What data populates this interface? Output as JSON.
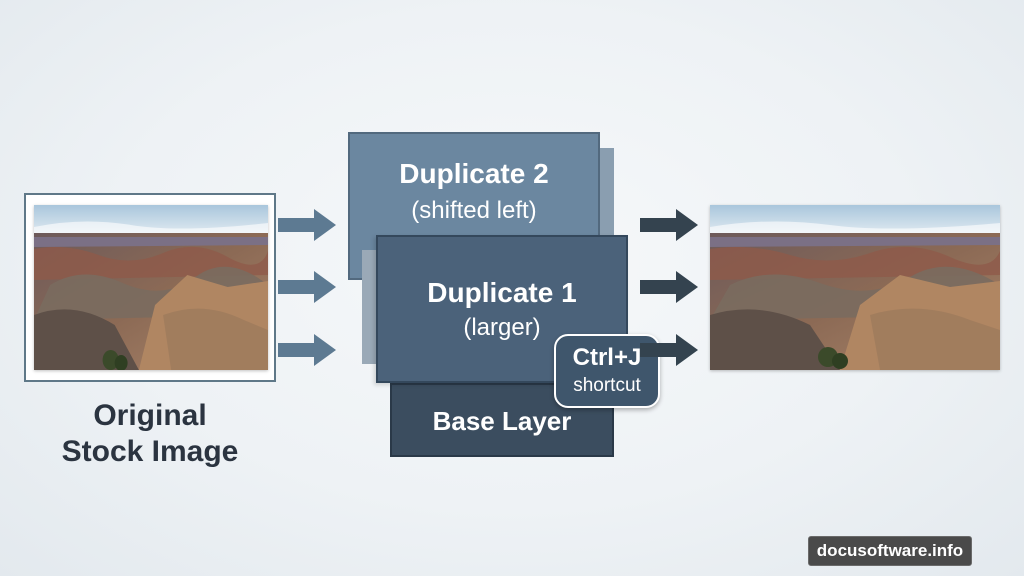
{
  "source": {
    "caption_line1": "Original",
    "caption_line2": "Stock Image"
  },
  "layers": {
    "duplicate2": {
      "title": "Duplicate 2",
      "subtitle": "(shifted left)"
    },
    "duplicate1": {
      "title": "Duplicate 1",
      "subtitle": "(larger)"
    },
    "base": {
      "title": "Base Layer"
    }
  },
  "shortcut": {
    "key": "Ctrl+J",
    "label": "shortcut"
  },
  "watermark": "docusoftware.info",
  "colors": {
    "input_arrow": "#5d7a92",
    "output_arrow": "#34434f",
    "duplicate2_fill": "#6b87a0",
    "duplicate1_fill": "#4b627a",
    "base_fill": "#3b4d5f"
  },
  "icons": {
    "input_arrows": "arrow-right-icon",
    "output_arrows": "arrow-right-icon"
  }
}
